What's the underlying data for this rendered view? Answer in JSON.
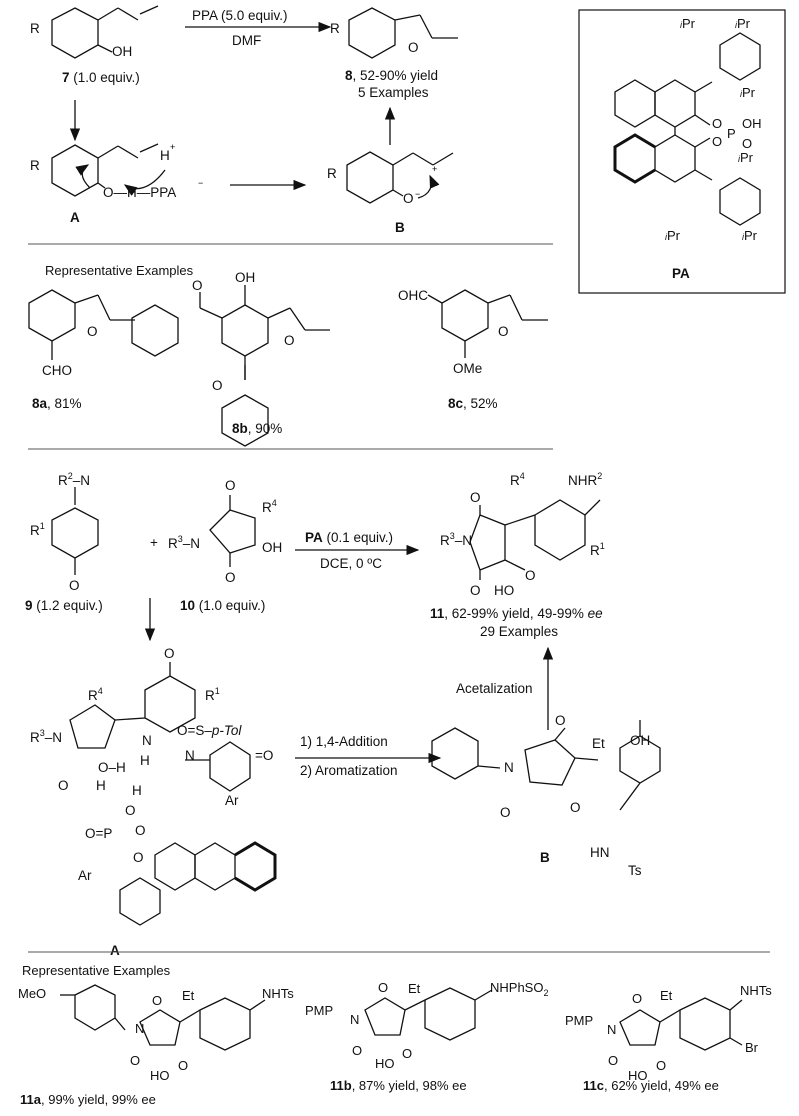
{
  "scheme1": {
    "reagent_top": "PPA (5.0 equiv.)",
    "reagent_bottom": "DMF",
    "substrate_id": "7",
    "substrate_eq": " (1.0 equiv.)",
    "product_id": "8",
    "product_yield": ", 52-90% yield",
    "product_examples": "5 Examples",
    "intA": "A",
    "intB": "B",
    "ppa_label": "O—H—PPA",
    "rep_title": "Representative Examples",
    "ex_a_id": "8a",
    "ex_a_yield": ", 81%",
    "ex_b_id": "8b",
    "ex_b_yield": ", 90%",
    "ex_c_id": "8c",
    "ex_c_yield": ", 52%",
    "cho": "CHO",
    "ohc": "OHC",
    "ome": "OMe",
    "oh": "OH"
  },
  "catalyst": {
    "label": "PA",
    "ipr": "Pr",
    "oh": "OH"
  },
  "scheme2": {
    "cond_top_cat": "PA",
    "cond_top_rest": " (0.1 equiv.)",
    "cond_bottom": "DCE, 0 ºC",
    "sub9_id": "9",
    "sub9_eq": " (1.2 equiv.)",
    "sub10_id": "10",
    "sub10_eq": " (1.0 equiv.)",
    "product_id": "11",
    "product_yield": ", 62-99% yield, 49-99% ",
    "product_ee": "ee",
    "product_examples": "29 Examples",
    "plus": "+",
    "step1": "1) 1,4-Addition",
    "step2": "2) Aromatization",
    "acetal": "Acetalization",
    "intA": "A",
    "intB": "B",
    "ptol": "p-Tol",
    "ar": "Ar",
    "nhts": "HN",
    "ts": "Ts",
    "et": "Et",
    "nhr2": "NHR",
    "rep_title": "Representative Examples",
    "ex_a_id": "11a",
    "ex_a_text": ", 99% yield, 99% ee",
    "ex_b_id": "11b",
    "ex_b_text": ", 87% yield, 98% ee",
    "ex_c_id": "11c",
    "ex_c_text": ", 62% yield, 49% ee",
    "meo": "MeO",
    "pmp": "PMP",
    "nhts_label": "NHTs",
    "nhphso2": "NHPhSO",
    "br": "Br",
    "ho": "HO"
  }
}
